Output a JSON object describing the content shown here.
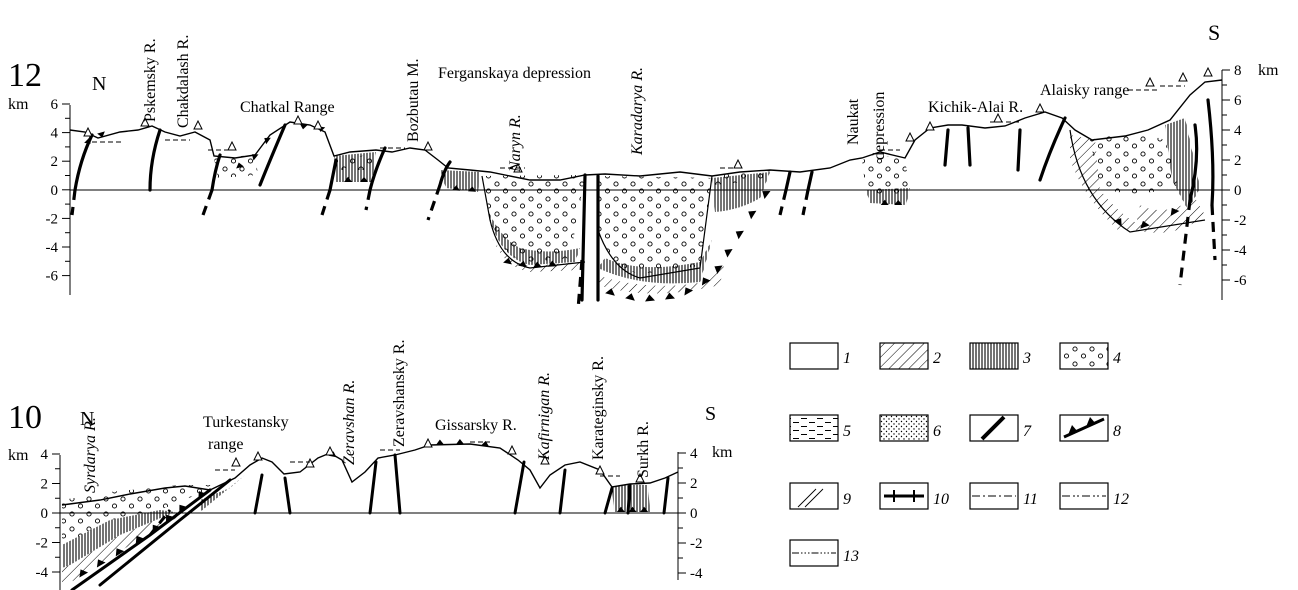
{
  "profile12": {
    "number": "12",
    "north": "N",
    "south": "S",
    "unit_left": "km",
    "unit_right": "km",
    "ticks_left": [
      "6",
      "4",
      "2",
      "0",
      "-2",
      "-4",
      "-6"
    ],
    "ticks_right": [
      "8",
      "6",
      "4",
      "2",
      "0",
      "-2",
      "-4",
      "-6"
    ],
    "labels": {
      "pskemsky": "Pskemsky R.",
      "chakdalash": "Chakdalash R.",
      "chatkal": "Chatkal Range",
      "bozbutau": "Bozbutau M.",
      "fergana": "Ferganskaya depression",
      "naryn": "Naryn R.",
      "karadarya": "Karadarya R.",
      "naukat1": "Naukat",
      "naukat2": "depression",
      "kichik": "Kichik-Alai R.",
      "alaisky": "Alaisky range"
    }
  },
  "profile10": {
    "number": "10",
    "north": "N",
    "south": "S",
    "unit_left": "km",
    "unit_right": "km",
    "ticks_left": [
      "4",
      "2",
      "0",
      "-2",
      "-4"
    ],
    "ticks_right": [
      "4",
      "2",
      "0",
      "-2",
      "-4"
    ],
    "labels": {
      "syrdarya": "Syrdarya R.",
      "turkestan1": "Turkestansky",
      "turkestan2": "range",
      "zeravshan": "Zeravshan R.",
      "zeravshansky": "Zeravshansky R.",
      "gissarsky": "Gissarsky R.",
      "kafirnigan": "Kafirnigan R.",
      "karateginsky": "Karateginsky R.",
      "surkh": "Surkh R."
    }
  },
  "legend": [
    {
      "num": "1"
    },
    {
      "num": "2"
    },
    {
      "num": "3"
    },
    {
      "num": "4"
    },
    {
      "num": "5"
    },
    {
      "num": "6"
    },
    {
      "num": "7"
    },
    {
      "num": "8"
    },
    {
      "num": "9"
    },
    {
      "num": "10"
    },
    {
      "num": "11"
    },
    {
      "num": "12"
    },
    {
      "num": "13"
    }
  ]
}
